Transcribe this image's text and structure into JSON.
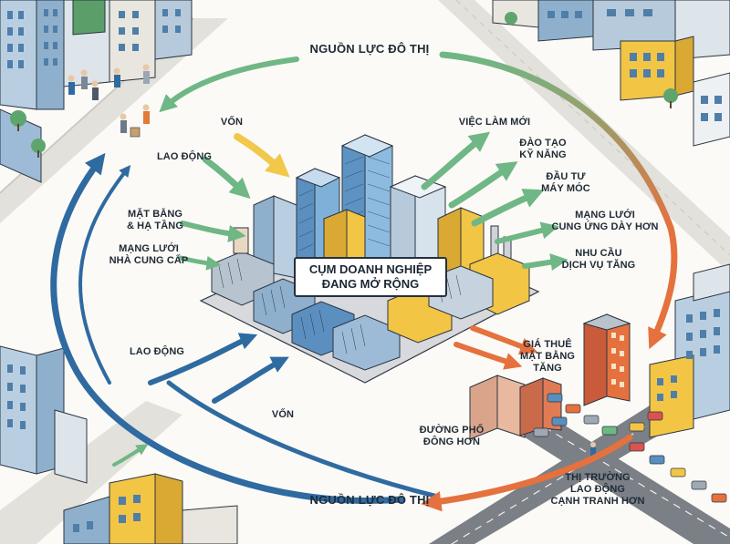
{
  "labels": {
    "urban_resources_top": "NGUỒN LỰC ĐÔ THỊ",
    "urban_resources_bottom": "NGUỒN LỰC ĐÔ THỊ",
    "capital_top": "VỐN",
    "capital_bottom": "VỐN",
    "labor_top": "LAO ĐỘNG",
    "labor_bottom": "LAO ĐỘNG",
    "premises": "MẶT BẰNG\n& HẠ TẦNG",
    "supplier_network": "MẠNG LƯỚI\nNHÀ CUNG CẤP",
    "cluster": "CỤM DOANH NGHIỆP\nĐANG MỞ RỘNG",
    "new_jobs": "VIỆC LÀM MỚI",
    "skills_training": "ĐÀO TẠO\nKỸ NĂNG",
    "machine_investment": "ĐẦU TƯ\nMÁY MÓC",
    "denser_supply": "MẠNG LƯỚI\nCUNG ỨNG DÀY HƠN",
    "service_demand": "NHU CẦU\nDỊCH VỤ TĂNG",
    "rent_rise": "GIÁ THUÊ\nMẶT BẰNG\nTĂNG",
    "busier_streets": "ĐƯỜNG PHỐ\nĐÔNG HƠN",
    "labor_competition": "THỊ TRƯỜNG\nLAO ĐỘNG\nCẠNH TRANH HƠN"
  },
  "colors": {
    "blue_flow": "#2f6aa1",
    "green_flow": "#6fb785",
    "orange_flow": "#e5713e",
    "yellow_flow": "#f1c84a",
    "building_yellow": "#f2c545",
    "building_blue": "#8fb4d3",
    "background": "#fbfaf6"
  }
}
